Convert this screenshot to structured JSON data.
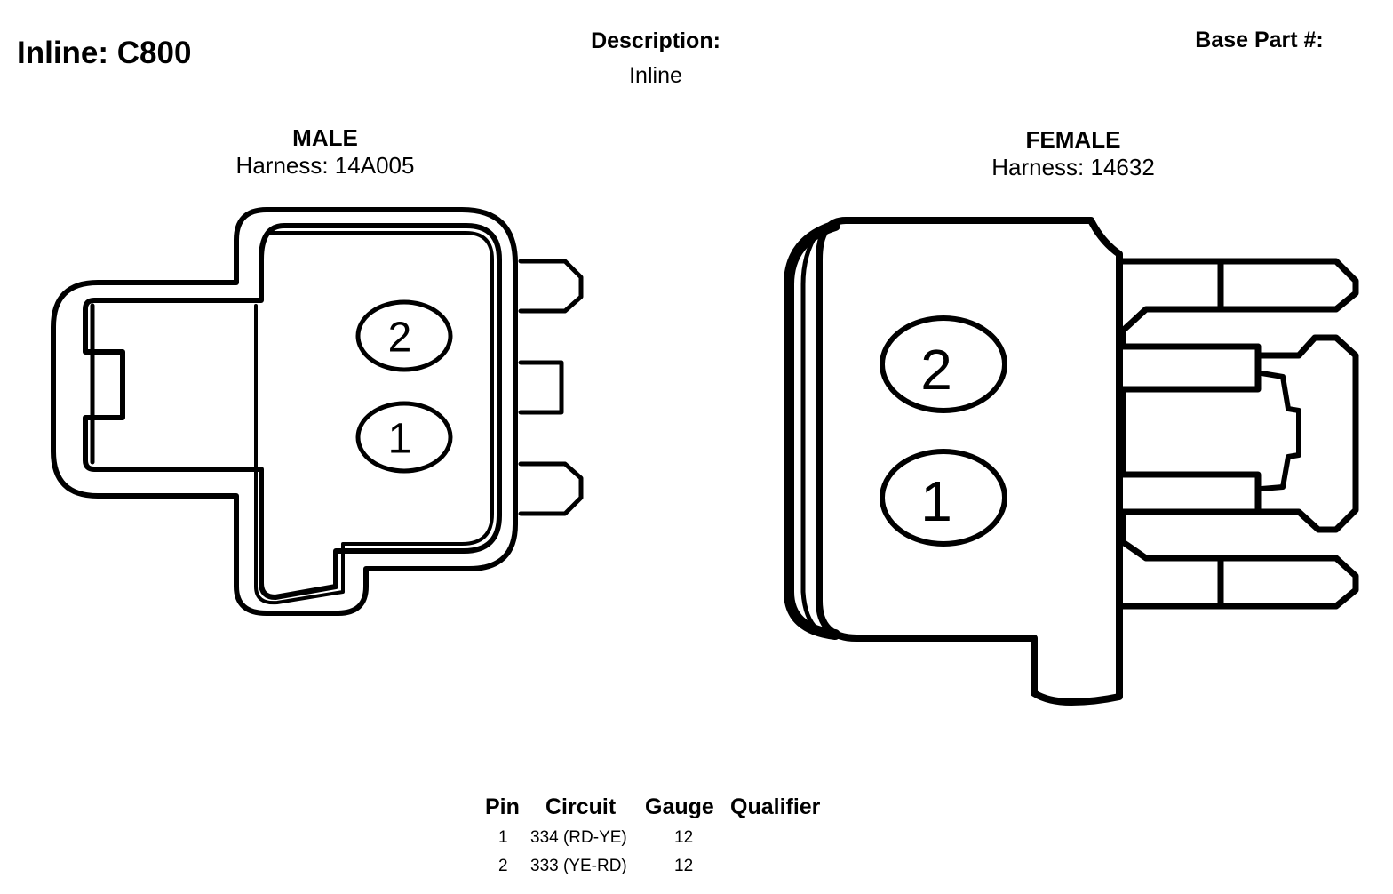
{
  "header": {
    "title": "Inline: C800",
    "description_label": "Description:",
    "description_value": "Inline",
    "base_part_label": "Base Part #:"
  },
  "male": {
    "heading": "MALE",
    "harness": "Harness: 14A005",
    "pins": [
      {
        "label": "2"
      },
      {
        "label": "1"
      }
    ]
  },
  "female": {
    "heading": "FEMALE",
    "harness": "Harness: 14632",
    "pins": [
      {
        "label": "2"
      },
      {
        "label": "1"
      }
    ]
  },
  "pin_table": {
    "headers": {
      "pin": "Pin",
      "circuit": "Circuit",
      "gauge": "Gauge",
      "qualifier": "Qualifier"
    },
    "rows": [
      {
        "pin": "1",
        "circuit": "334 (RD-YE)",
        "gauge": "12",
        "qualifier": ""
      },
      {
        "pin": "2",
        "circuit": "333 (YE-RD)",
        "gauge": "12",
        "qualifier": ""
      }
    ]
  }
}
